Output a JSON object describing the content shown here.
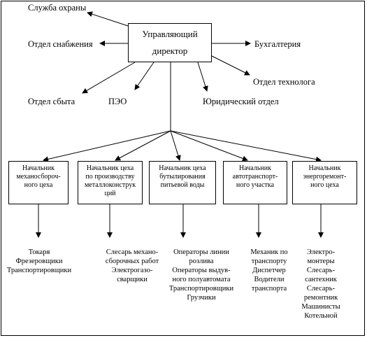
{
  "director": {
    "line1": "Управляющий",
    "line2": "директор"
  },
  "departments": {
    "security": "Служба охраны",
    "supply": "Отдел снабжения",
    "accounting": "Бухгалтерия",
    "technologist": "Отдел технолога",
    "sales": "Отдел сбыта",
    "peo": "ПЭО",
    "legal": "Юридический отдел"
  },
  "heads": [
    {
      "lines": [
        "Начальник",
        "механосбороч-",
        "ного цеха"
      ]
    },
    {
      "lines": [
        "Начальник цеха",
        "по производству",
        "металлоконструк",
        "ций"
      ]
    },
    {
      "lines": [
        "Начальник цеха",
        "бутылирования",
        "питьевой воды"
      ]
    },
    {
      "lines": [
        "Начальник",
        "автотранспорт-",
        "ного участка"
      ]
    },
    {
      "lines": [
        "Начальник",
        "энергоремонт-",
        "ного цеха"
      ]
    }
  ],
  "staff": [
    {
      "lines": [
        "Токаря",
        "Фрезеровщики",
        "Транспортировщики"
      ]
    },
    {
      "lines": [
        "Слесарь механо-",
        "сборочных работ",
        "Электрогазо-",
        "сварщики"
      ]
    },
    {
      "lines": [
        "Операторы линии",
        "розлива",
        "Операторы выдув-",
        "ного полуавтомата",
        "Транспортировщики",
        "Грузчики"
      ]
    },
    {
      "lines": [
        "Механик по",
        "транспорту",
        "Диспетчер",
        "Водители",
        "транспорта"
      ]
    },
    {
      "lines": [
        "Электро-",
        "монтеры",
        "Слесарь-",
        "сантехник",
        "Слесарь-",
        "ремонтник",
        "Машинисты",
        "Котельной"
      ]
    }
  ]
}
